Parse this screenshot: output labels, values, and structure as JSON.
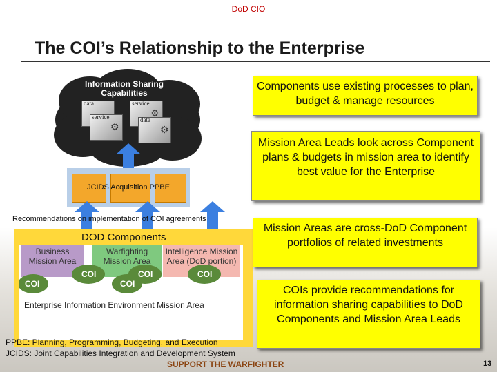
{
  "header": "DoD CIO",
  "title": "The COI’s Relationship to the Enterprise",
  "cloud": {
    "title": "Information Sharing Capabilities",
    "cubes": [
      "data",
      "service",
      "service",
      "data"
    ]
  },
  "ppbe_labels": [
    "JCIDS",
    "Acquisition",
    "PPBE"
  ],
  "recommendations_text": "Recommendations on implementation of COI agreements",
  "dod": {
    "title": "DOD Components",
    "areas": [
      {
        "label": "Business Mission Area",
        "color": "#b89ac8"
      },
      {
        "label": "Warfighting Mission Area",
        "color": "#7fc97f"
      },
      {
        "label": "Intelligence Mission Area (DoD portion)",
        "color": "#f4b8b0"
      }
    ],
    "coi_label": "COI",
    "eie_label": "Enterprise Information Environment Mission Area"
  },
  "callouts": [
    "Components use existing processes to plan, budget & manage resources",
    "Mission Area Leads look across Component plans & budgets in mission area to identify best value for the Enterprise",
    "Mission Areas are cross-DoD Component portfolios of related investments",
    "COIs provide recommendations for information sharing capabilities to DoD Components and Mission Area Leads"
  ],
  "footnotes": [
    "PPBE: Planning, Programming, Budgeting, and Execution",
    "JCIDS: Joint Capabilities Integration and Development System"
  ],
  "footer": "SUPPORT THE WARFIGHTER",
  "page_number": "13",
  "colors": {
    "callout": "#ffff00",
    "dod_box": "#ffd83a",
    "arrow": "#3b7fe0",
    "ppbe_box": "#f3a72b"
  }
}
